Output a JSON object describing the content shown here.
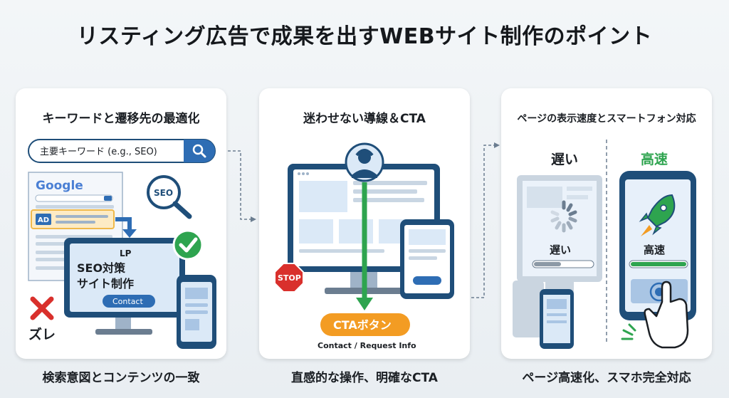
{
  "title": "リスティング広告で成果を出すWEBサイト制作のポイント",
  "colors": {
    "navy": "#1f4e79",
    "blue": "#2e6db4",
    "light_blue": "#dbe9f7",
    "green": "#2ea44f",
    "orange": "#f39c23",
    "red": "#d9302c"
  },
  "panels": [
    {
      "heading": "キーワードと遷移先の最適化",
      "search_placeholder": "主要キーワード (e.g., SEO)",
      "google_logo": "Google",
      "ad_label": "AD",
      "seo_label": "SEO",
      "lp_label": "LP",
      "lp_line1": "SEO対策",
      "lp_line2": "サイト制作",
      "contact_label": "Contact",
      "mismatch_label": "ズレ",
      "caption": "検索意図とコンテンツの一致"
    },
    {
      "heading": "迷わせない導線＆CTA",
      "stop_label": "STOP",
      "cta_button": "CTAボタン",
      "cta_sub": "Contact / Request Info",
      "caption": "直感的な操作、明確なCTA"
    },
    {
      "heading": "ページの表示速度とスマートフォン対応",
      "slow_label": "遅い",
      "fast_label": "高速",
      "slow_inner": "遅い",
      "fast_inner": "高速",
      "caption": "ページ高速化、スマホ完全対応"
    }
  ]
}
